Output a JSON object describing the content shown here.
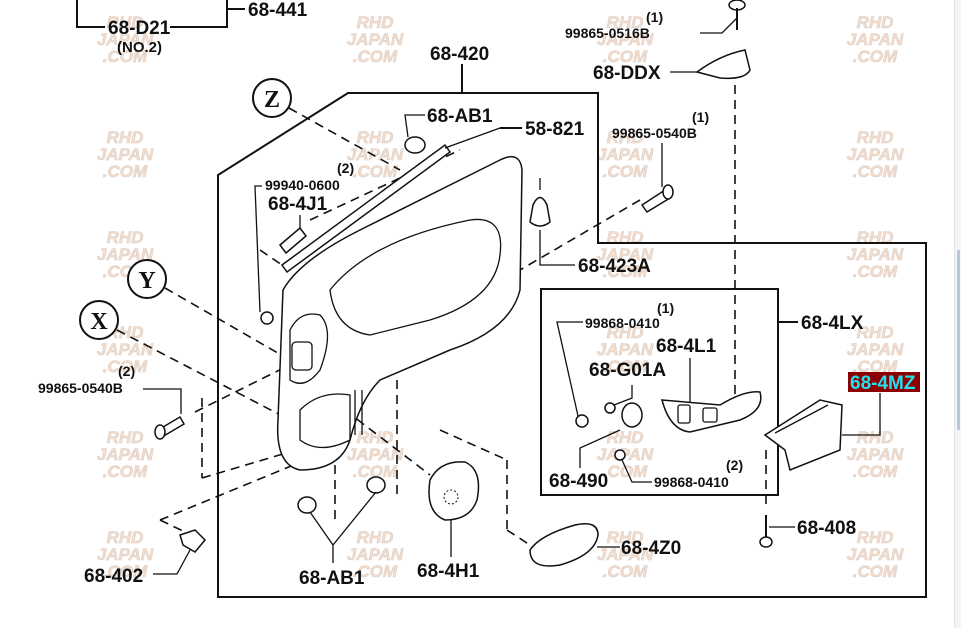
{
  "diagram": {
    "type": "exploded parts diagram",
    "subject": "door trim panel assembly",
    "highlight_color": "#8b0000",
    "highlight_text_color": "#22e0f0",
    "watermark": [
      "RHD",
      "JAPAN",
      ".COM"
    ],
    "callouts": {
      "z": "Z",
      "y": "Y",
      "x": "X"
    },
    "labels": {
      "p_68_d21": "68-D21",
      "p_68_d21_note": "(NO.2)",
      "p_68_441": "68-441",
      "p_68_420": "68-420",
      "p_68_ab1_top": "68-AB1",
      "p_58_821": "58-821",
      "p_99940_0600": "99940-0600",
      "p_99940_0600_qty": "(2)",
      "p_68_4j1": "68-4J1",
      "p_99865_0516b": "99865-0516B",
      "p_99865_0516b_qty": "(1)",
      "p_68_ddx": "68-DDX",
      "p_99865_0540b_top": "99865-0540B",
      "p_99865_0540b_top_qty": "(1)",
      "p_68_423a": "68-423A",
      "p_68_4lx": "68-4LX",
      "p_99868_0410_top": "99868-0410",
      "p_99868_0410_top_qty": "(1)",
      "p_68_4l1": "68-4L1",
      "p_68_g01a": "68-G01A",
      "p_68_4mz": "68-4MZ",
      "p_68_490": "68-490",
      "p_99868_0410_bot": "99868-0410",
      "p_99868_0410_bot_qty": "(2)",
      "p_99865_0540b_left": "99865-0540B",
      "p_99865_0540b_left_qty": "(2)",
      "p_68_408": "68-408",
      "p_68_4z0": "68-4Z0",
      "p_68_402": "68-402",
      "p_68_ab1_bot": "68-AB1",
      "p_68_4h1": "68-4H1"
    }
  }
}
